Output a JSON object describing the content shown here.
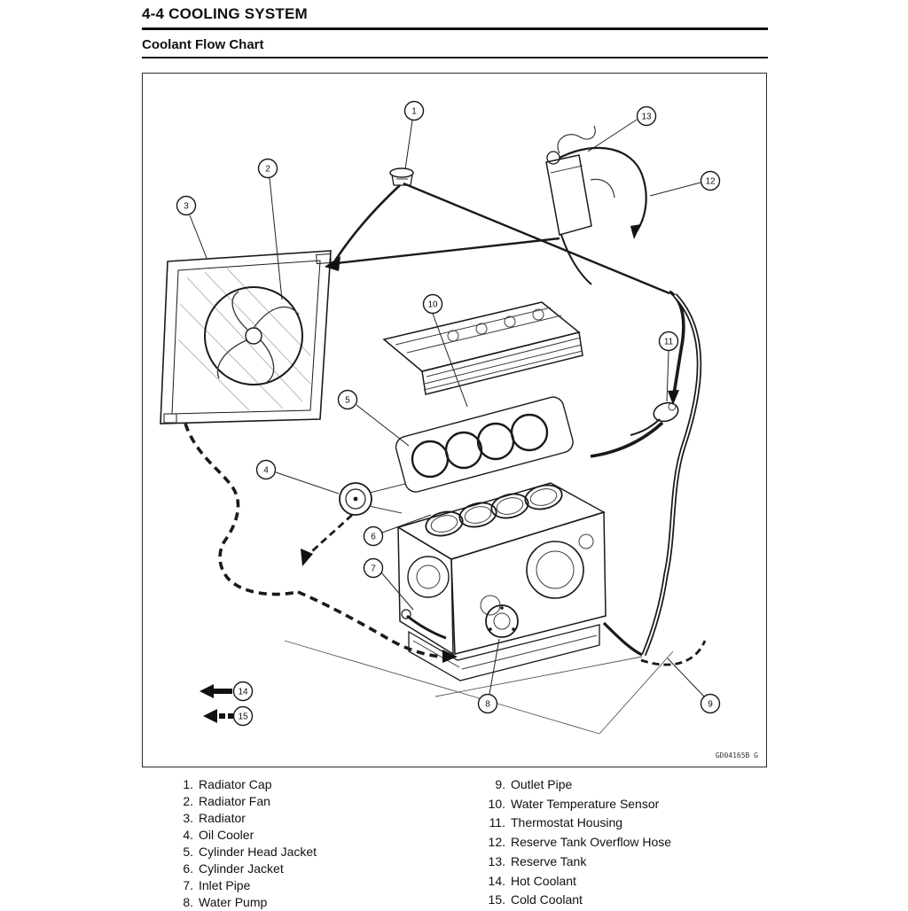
{
  "page": {
    "title": "4-4 COOLING SYSTEM",
    "subtitle": "Coolant Flow Chart"
  },
  "figure": {
    "code": "GD04165B  G",
    "callouts": [
      "1",
      "2",
      "3",
      "4",
      "5",
      "6",
      "7",
      "8",
      "9",
      "10",
      "11",
      "12",
      "13",
      "14",
      "15"
    ]
  },
  "legend": {
    "left": [
      {
        "n": "1.",
        "label": "Radiator Cap"
      },
      {
        "n": "2.",
        "label": "Radiator Fan"
      },
      {
        "n": "3.",
        "label": "Radiator"
      },
      {
        "n": "4.",
        "label": "Oil Cooler"
      },
      {
        "n": "5.",
        "label": "Cylinder Head Jacket"
      },
      {
        "n": "6.",
        "label": "Cylinder Jacket"
      },
      {
        "n": "7.",
        "label": "Inlet Pipe"
      },
      {
        "n": "8.",
        "label": "Water Pump"
      }
    ],
    "right": [
      {
        "n": "9.",
        "label": "Outlet Pipe"
      },
      {
        "n": "10.",
        "label": "Water Temperature Sensor"
      },
      {
        "n": "11.",
        "label": "Thermostat Housing"
      },
      {
        "n": "12.",
        "label": "Reserve Tank Overflow Hose"
      },
      {
        "n": "13.",
        "label": "Reserve Tank"
      },
      {
        "n": "14.",
        "label": "Hot Coolant"
      },
      {
        "n": "15.",
        "label": "Cold Coolant"
      }
    ]
  }
}
